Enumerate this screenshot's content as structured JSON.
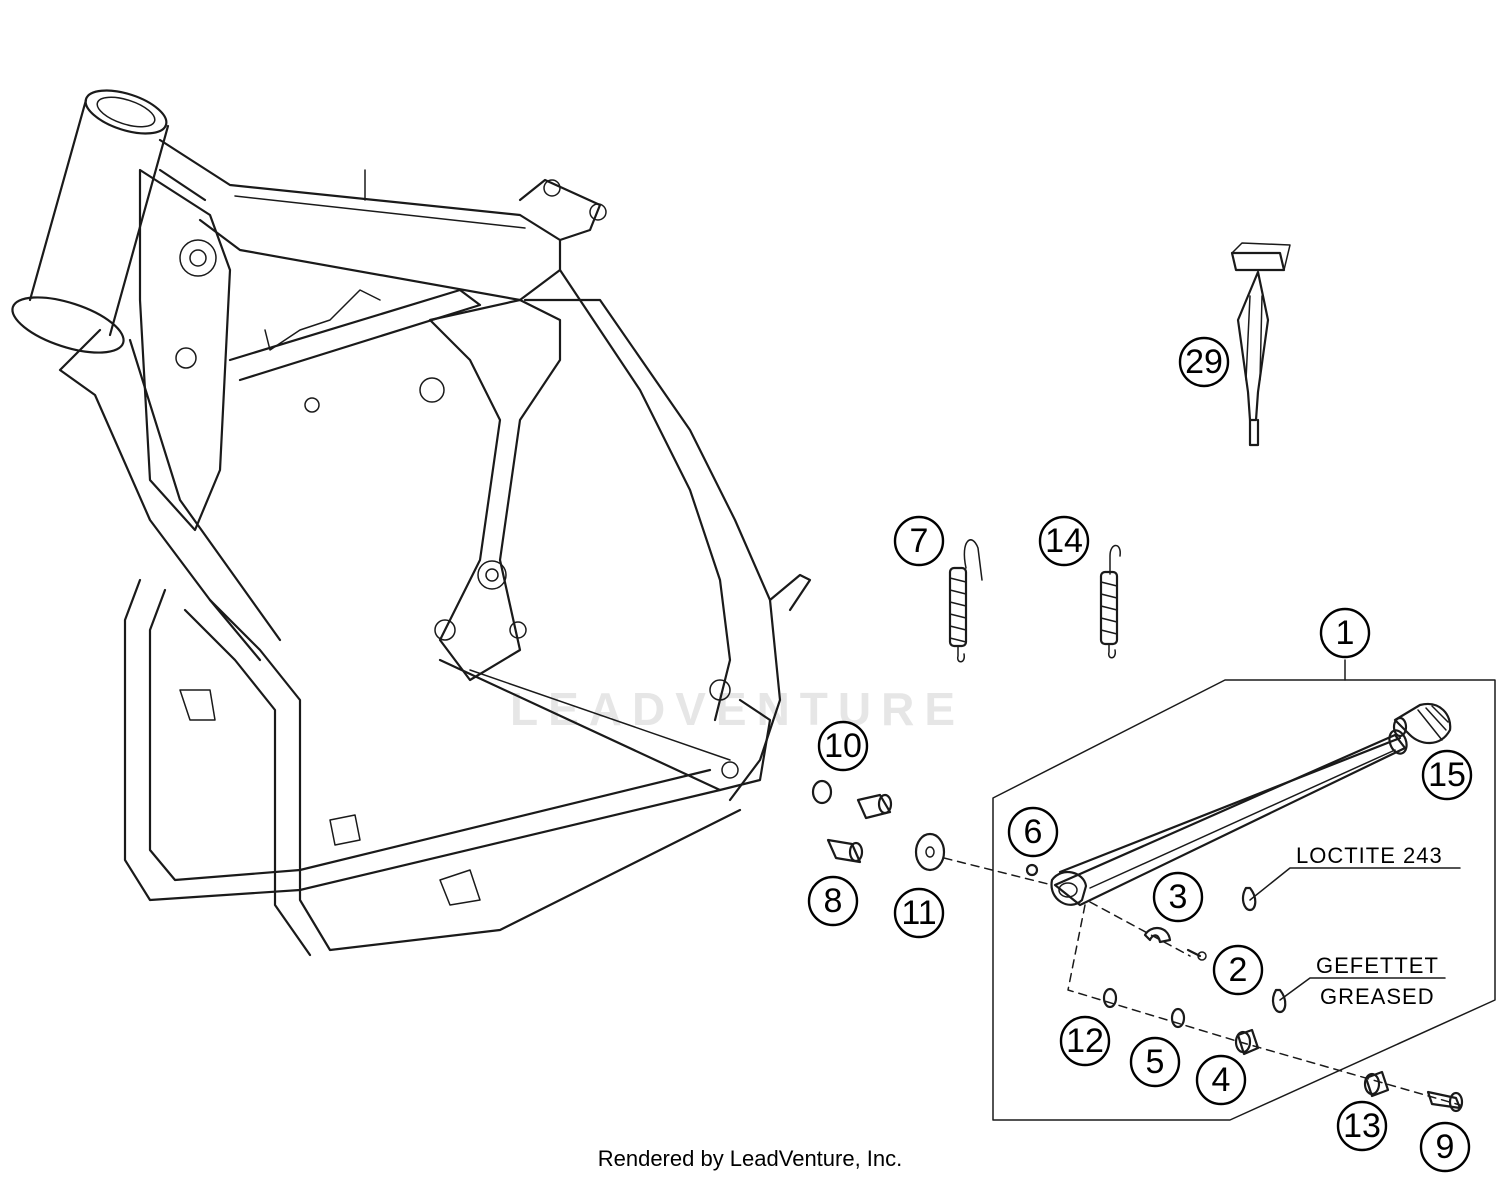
{
  "callouts": {
    "c1": "1",
    "c2": "2",
    "c3": "3",
    "c4": "4",
    "c5": "5",
    "c6": "6",
    "c7": "7",
    "c8": "8",
    "c9": "9",
    "c10": "10",
    "c11": "11",
    "c12": "12",
    "c13": "13",
    "c14": "14",
    "c15": "15",
    "c29": "29"
  },
  "notes": {
    "loctite": "LOCTITE 243",
    "gefettet": "GEFETTET",
    "greased": "GREASED"
  },
  "watermark": "LEADVENTURE",
  "credit": "Rendered by LeadVenture, Inc."
}
